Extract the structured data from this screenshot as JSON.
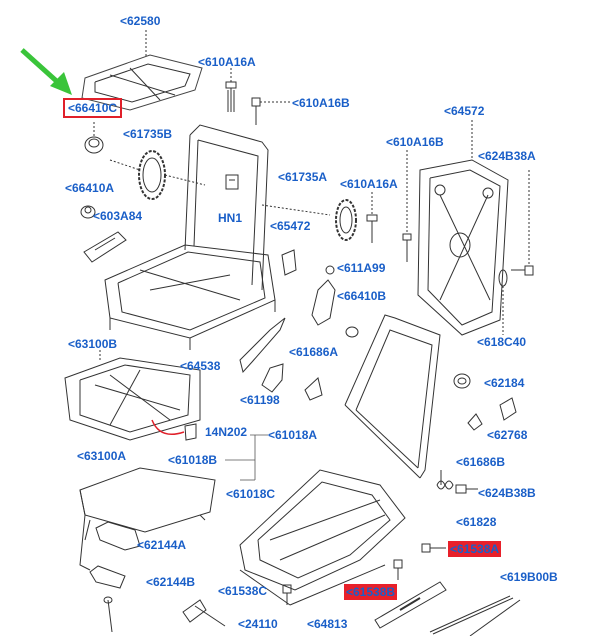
{
  "diagram": {
    "accent_label_color": "#1a5fc8",
    "highlight_box_color": "#e0202a",
    "highlight_fill_color": "#e8202a",
    "arrow_color": "#3ac43a",
    "labels": {
      "l62580": "<62580",
      "l610A16A_1": "<610A16A",
      "l610A16B_1": "<610A16B",
      "l66410C": "<66410C",
      "l61735B": "<61735B",
      "l64572": "<64572",
      "l610A16B_2": "<610A16B",
      "l624B38A": "<624B38A",
      "l66410A": "<66410A",
      "l61735A": "<61735A",
      "l610A16A_2": "<610A16A",
      "l603A84": "<603A84",
      "lHN1": "HN1",
      "l65472": "<65472",
      "l611A99": "<611A99",
      "l66410B": "<66410B",
      "l618C40": "<618C40",
      "l63100B": "<63100B",
      "l64538": "<64538",
      "l61686A": "<61686A",
      "l62184": "<62184",
      "l61198": "<61198",
      "l62768": "<62768",
      "l14N202": "14N202",
      "l61018A": "<61018A",
      "l61686B": "<61686B",
      "l63100A": "<63100A",
      "l61018B": "<61018B",
      "l61018C": "<61018C",
      "l624B38B": "<624B38B",
      "l61828": "<61828",
      "l62144A": "<62144A",
      "l61538A": "<61538A",
      "l62144B": "<62144B",
      "l61538C": "<61538C",
      "l61538B": "<61538B",
      "l619B00B": "<619B00B",
      "l24110": "<24110",
      "l64813": "<64813"
    }
  }
}
